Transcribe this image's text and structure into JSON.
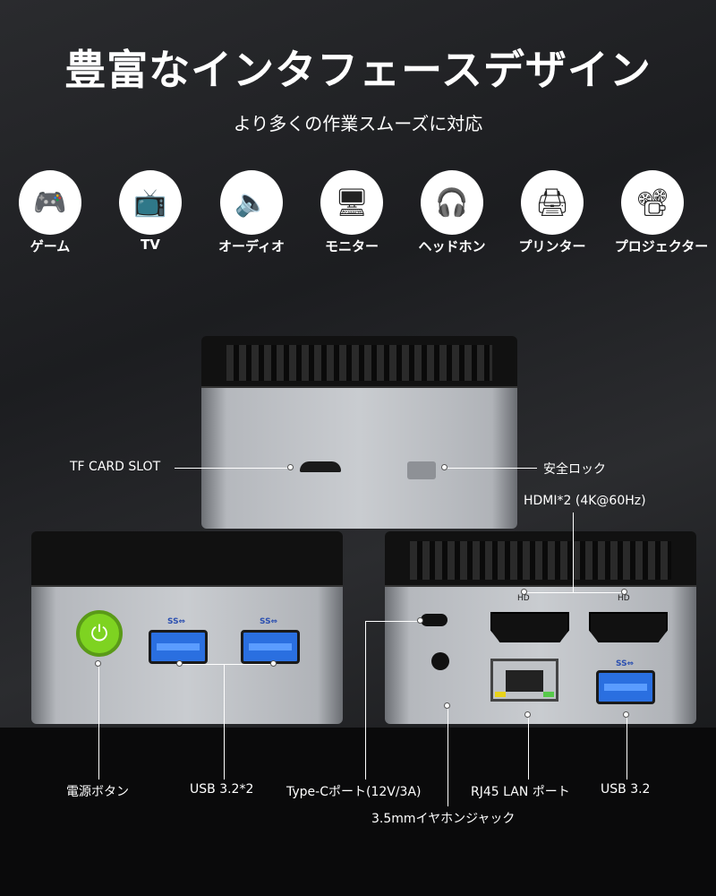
{
  "header": {
    "title": "豊富なインタフェースデザイン",
    "subtitle": "より多くの作業スムーズに対応"
  },
  "devices": [
    {
      "label": "ゲーム",
      "icon": "gamepad-icon"
    },
    {
      "label": "TV",
      "icon": "tv-icon"
    },
    {
      "label": "オーディオ",
      "icon": "speaker-icon"
    },
    {
      "label": "モニター",
      "icon": "monitor-icon"
    },
    {
      "label": "ヘッドホン",
      "icon": "headphones-icon"
    },
    {
      "label": "プリンター",
      "icon": "printer-icon"
    },
    {
      "label": "プロジェクター",
      "icon": "projector-icon"
    }
  ],
  "ports": {
    "tf_card": "TF CARD SLOT",
    "lock": "安全ロック",
    "hdmi": "HDMI*2 (4K@60Hz)",
    "power": "電源ボタン",
    "usb_front": "USB 3.2*2",
    "typec": "Type-Cポート(12V/3A)",
    "audio": "3.5mmイヤホンジャック",
    "rj45": "RJ45 LAN ポート",
    "usb_rear": "USB 3.2"
  },
  "port_marks": {
    "hd": "HD",
    "ss": "SS⇔"
  },
  "colors": {
    "usb": "#2a6fe0",
    "power": "#7ed321",
    "background": "#1c1d20"
  }
}
